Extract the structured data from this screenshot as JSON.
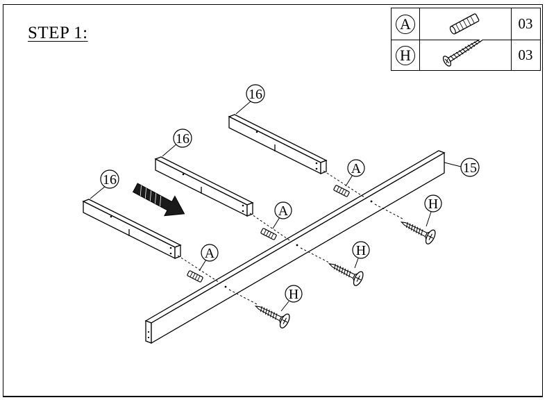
{
  "step": {
    "title": "STEP 1:"
  },
  "parts_table": {
    "rows": [
      {
        "letter": "A",
        "icon": "dowel-icon",
        "qty": "03"
      },
      {
        "letter": "H",
        "icon": "screw-icon",
        "qty": "03"
      }
    ]
  },
  "callouts": {
    "panel_16_label": "16",
    "rail_15_label": "15",
    "dowel_label": "A",
    "screw_label": "H"
  },
  "colors": {
    "line": "#000000",
    "background": "#ffffff"
  }
}
